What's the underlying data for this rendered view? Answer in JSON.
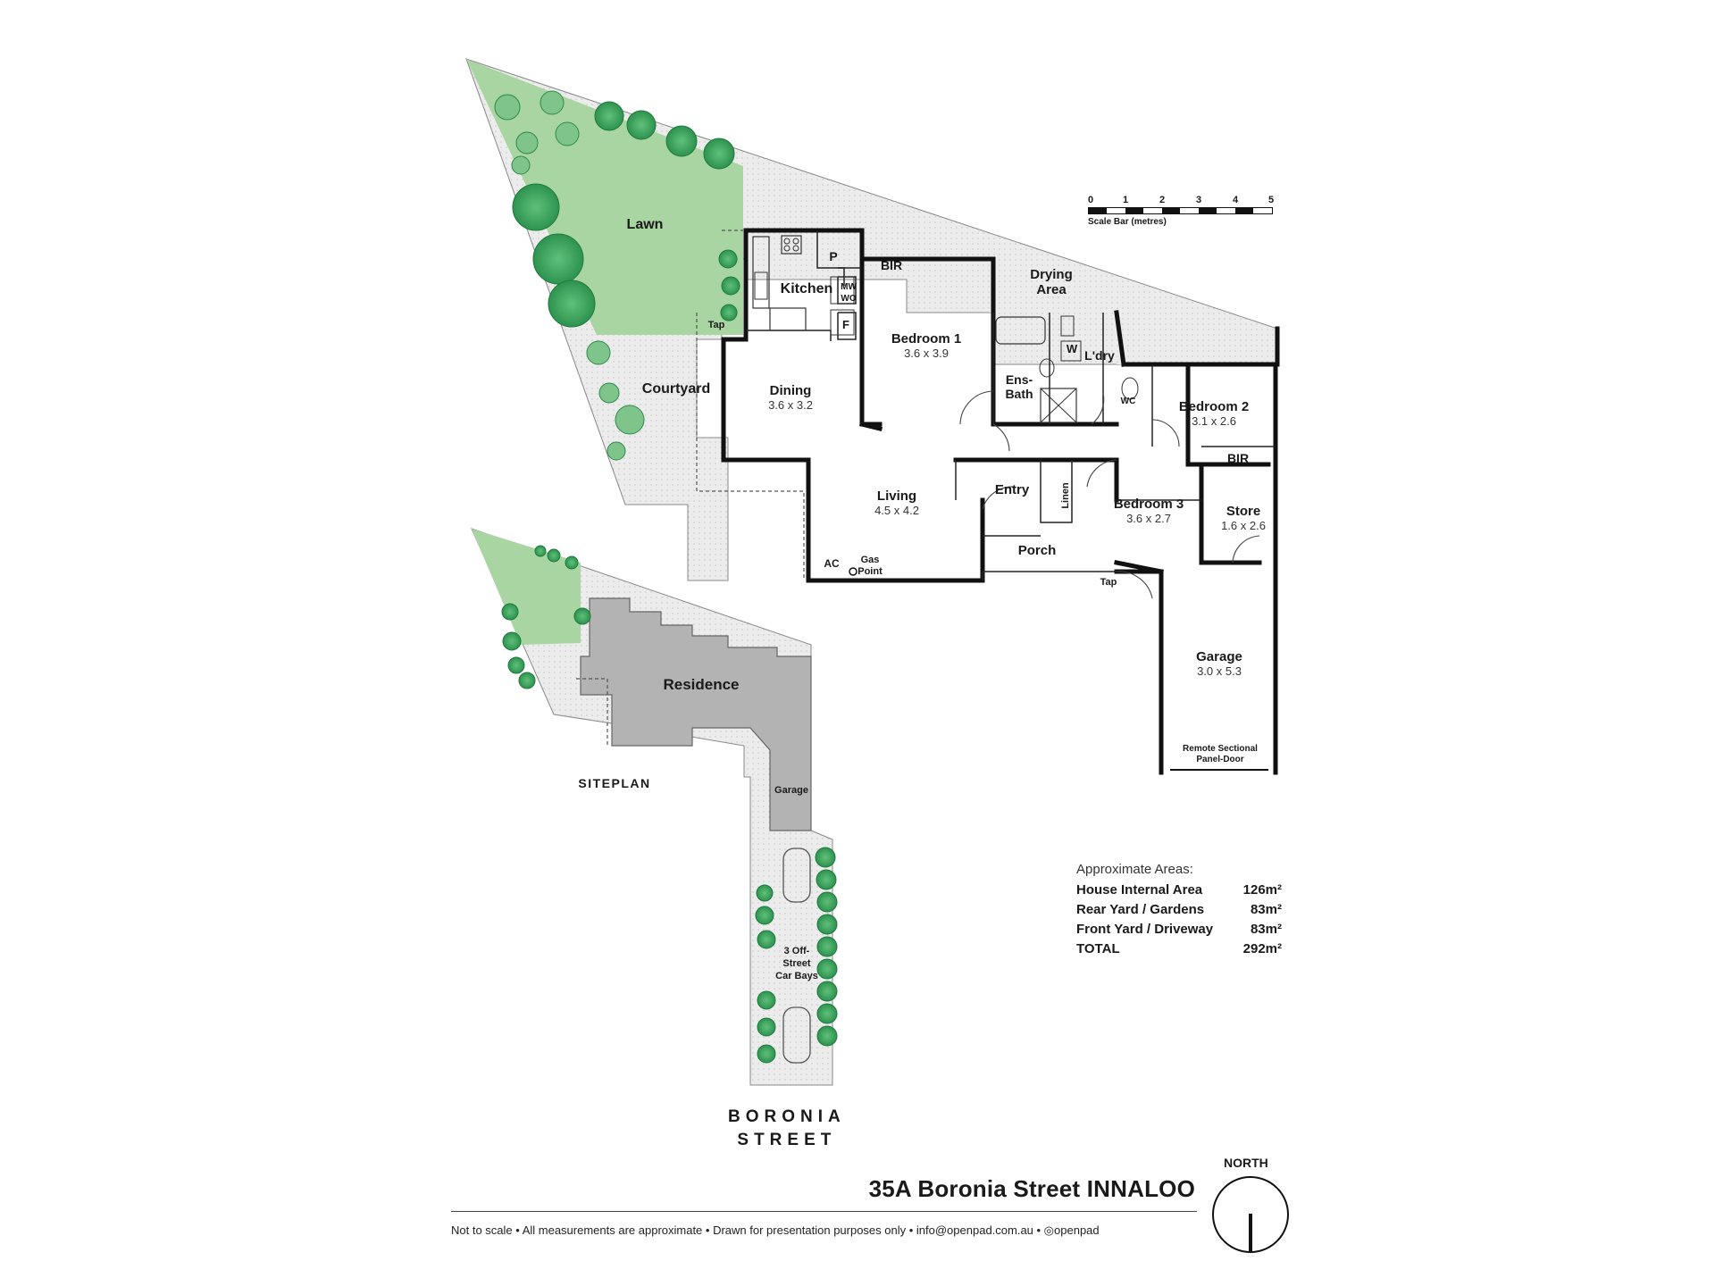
{
  "rooms": {
    "lawn": {
      "name": "Lawn"
    },
    "courtyard": {
      "name": "Courtyard"
    },
    "kitchen": {
      "name": "Kitchen"
    },
    "pantry": {
      "name": "P"
    },
    "mw_wo": {
      "line1": "MW",
      "line2": "WO"
    },
    "fridge": {
      "name": "F"
    },
    "tap_rear": {
      "name": "Tap"
    },
    "tap_front": {
      "name": "Tap"
    },
    "bir1": {
      "name": "BIR"
    },
    "bir2": {
      "name": "BIR"
    },
    "dining": {
      "name": "Dining",
      "size": "3.6 x 3.2"
    },
    "bedroom1": {
      "name": "Bedroom 1",
      "size": "3.6 x 3.9"
    },
    "drying": {
      "line1": "Drying",
      "line2": "Area"
    },
    "ensbath": {
      "line1": "Ens-",
      "line2": "Bath"
    },
    "washer": {
      "name": "W"
    },
    "laundry": {
      "name": "L'dry"
    },
    "wc": {
      "name": "WC"
    },
    "bedroom2": {
      "name": "Bedroom 2",
      "size": "3.1 x 2.6"
    },
    "living": {
      "name": "Living",
      "size": "4.5 x 4.2"
    },
    "entry": {
      "name": "Entry"
    },
    "linen": {
      "name": "Linen"
    },
    "bedroom3": {
      "name": "Bedroom 3",
      "size": "3.6 x 2.7"
    },
    "store": {
      "name": "Store",
      "size": "1.6 x 2.6"
    },
    "porch": {
      "name": "Porch"
    },
    "ac": {
      "name": "AC"
    },
    "gas": {
      "line1": "Gas",
      "line2": "Point"
    },
    "garage": {
      "name": "Garage",
      "size": "3.0 x 5.3"
    },
    "garage_door": {
      "line1": "Remote Sectional",
      "line2": "Panel-Door"
    }
  },
  "siteplan": {
    "residence": "Residence",
    "garage": "Garage",
    "label": "SITEPLAN",
    "car_bays": [
      "3 Off-",
      "Street",
      "Car Bays"
    ]
  },
  "street": {
    "line1": "BORONIA",
    "line2": "STREET"
  },
  "scale_bar": {
    "ticks": [
      "0",
      "1",
      "2",
      "3",
      "4",
      "5"
    ],
    "caption": "Scale Bar (metres)"
  },
  "areas": {
    "heading": "Approximate Areas:",
    "rows": [
      {
        "label": "House Internal Area",
        "value": "126m²"
      },
      {
        "label": "Rear Yard / Gardens",
        "value": "83m²"
      },
      {
        "label": "Front Yard / Driveway",
        "value": "83m²"
      },
      {
        "label": "TOTAL",
        "value": "292m²"
      }
    ]
  },
  "footer": {
    "address": "35A Boronia Street INNALOO",
    "notes": "Not to scale  •  All measurements are approximate  •  Drawn for presentation purposes only  •  info@openpad.com.au  •  ◎openpad",
    "north": "NORTH"
  },
  "colors": {
    "lawn": "#a8d5a2",
    "paving": "#e9ebea",
    "tree": "#3aa15a",
    "residence": "#b3b3b3",
    "wall": "#111111"
  }
}
